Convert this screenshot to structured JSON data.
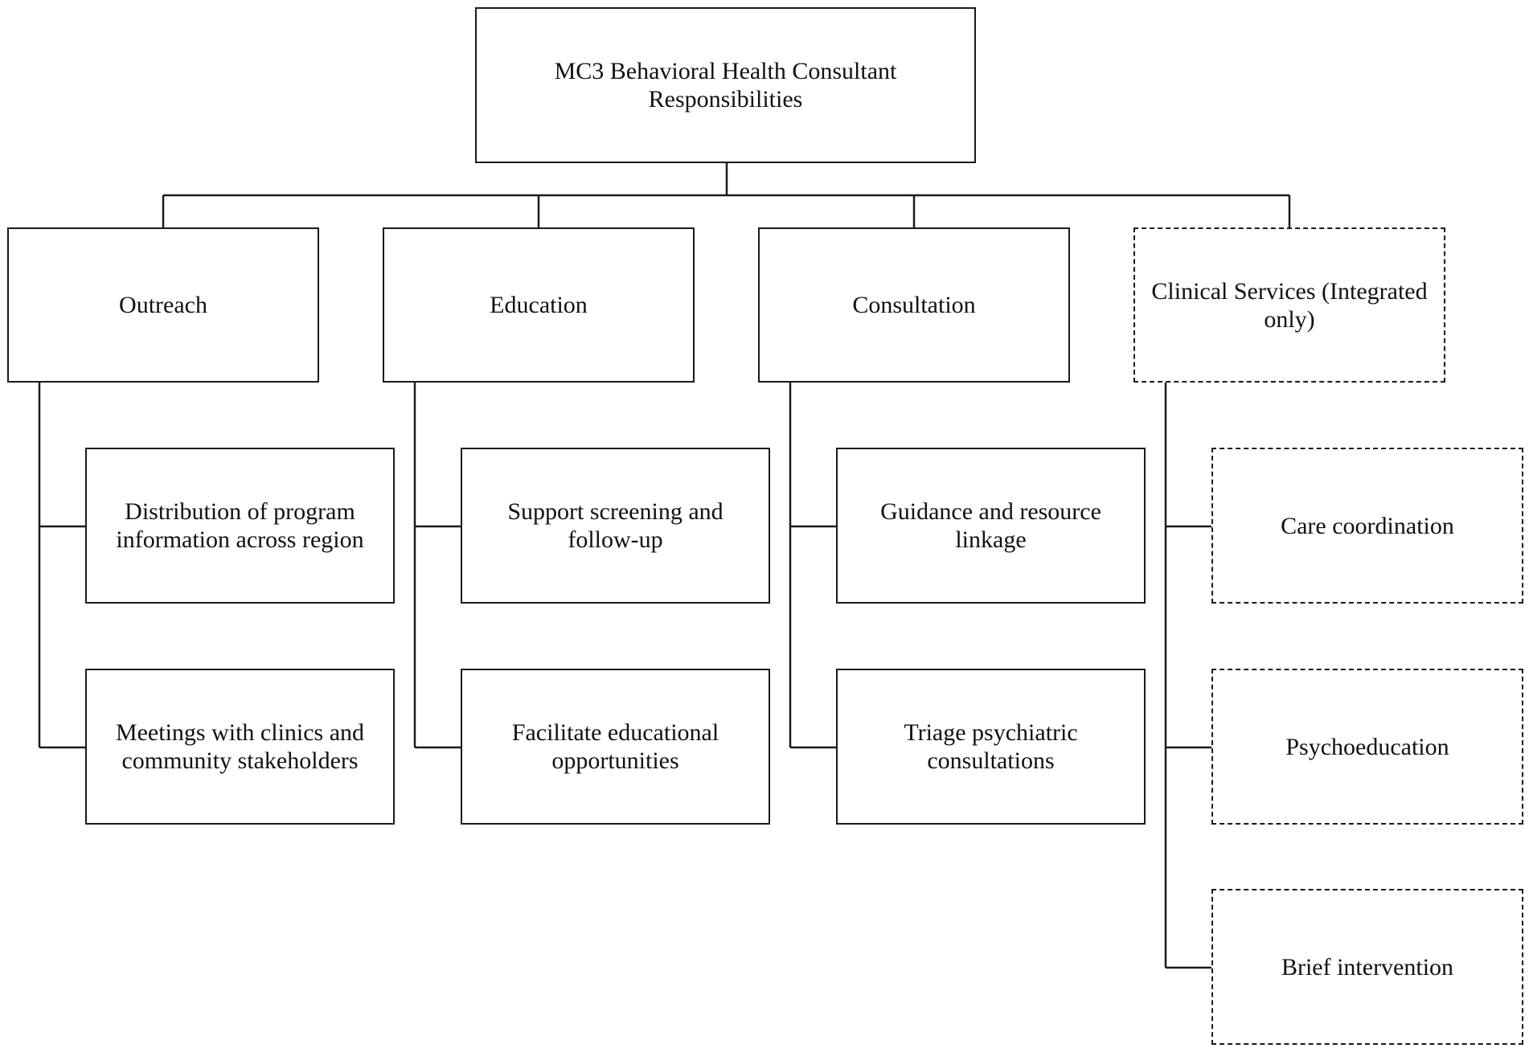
{
  "diagram": {
    "root": {
      "label": "MC3 Behavioral Health Consultant Responsibilities",
      "border": "solid"
    },
    "categories": [
      {
        "label": "Outreach",
        "border": "solid",
        "items": [
          "Distribution of program information across region",
          "Meetings with clinics and community stakeholders"
        ]
      },
      {
        "label": "Education",
        "border": "solid",
        "items": [
          "Support screening and follow-up",
          "Facilitate educational opportunities"
        ]
      },
      {
        "label": "Consultation",
        "border": "solid",
        "items": [
          "Guidance and resource linkage",
          "Triage psychiatric consultations"
        ]
      },
      {
        "label": "Clinical Services (Integrated only)",
        "border": "dashed",
        "items": [
          "Care coordination",
          "Psychoeducation",
          "Brief intervention"
        ]
      }
    ],
    "colors": {
      "line": "#1a1a1a",
      "background": "#ffffff"
    }
  }
}
